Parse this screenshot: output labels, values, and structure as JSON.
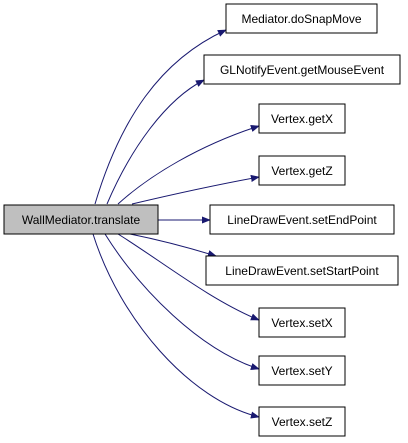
{
  "diagram": {
    "root": {
      "label": "WallMediator.translate",
      "fill": "#bfbfbf"
    },
    "callees": [
      {
        "label": "Mediator.doSnapMove"
      },
      {
        "label": "GLNotifyEvent.getMouseEvent"
      },
      {
        "label": "Vertex.getX"
      },
      {
        "label": "Vertex.getZ"
      },
      {
        "label": "LineDrawEvent.setEndPoint"
      },
      {
        "label": "LineDrawEvent.setStartPoint"
      },
      {
        "label": "Vertex.setX"
      },
      {
        "label": "Vertex.setY"
      },
      {
        "label": "Vertex.setZ"
      }
    ],
    "edge_color": "#191970",
    "node_border": "#000000",
    "node_fill": "#ffffff"
  }
}
